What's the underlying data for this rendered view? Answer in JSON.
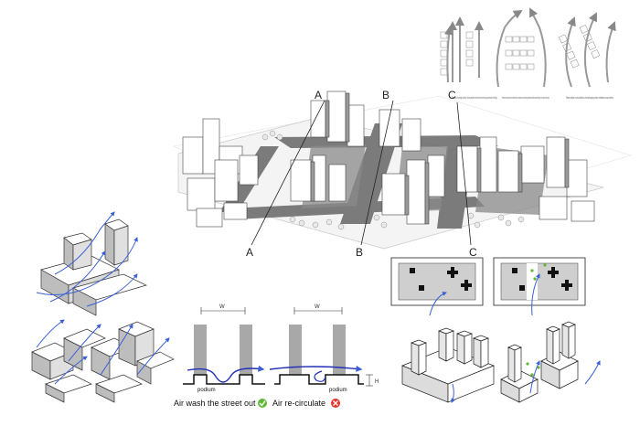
{
  "main_plan": {
    "section_labels_top": [
      "A",
      "B",
      "C"
    ],
    "section_labels_bottom": [
      "A",
      "B",
      "C"
    ]
  },
  "wind_diagrams": {
    "descriptions": [
      "Streets parallel to the prevailing wind direction. This allows penetration of wind flow into the heart of the city (along the facades of the buildings).",
      "Streets which are perpendicular to the wind direction; the principal air current could hardly penetrate and would flow above the buildings' roofs or away from the canyon.",
      "Street oblique to wind direction at small angle provide ventilation across streets."
    ]
  },
  "section_diagrams": {
    "left": {
      "width_label": "W",
      "podium_label": "podium",
      "caption": "Air wash the street out",
      "status": "good",
      "status_color": "#5fb936"
    },
    "right": {
      "width_label": "W",
      "podium_label": "podium",
      "height_label": "H",
      "caption": "Air re-circulate",
      "status": "bad",
      "status_color": "#e0342b"
    }
  },
  "colors": {
    "arrow": "#3b5fd6",
    "street": "#6e6e6e",
    "building_gray": "#a8a8a8",
    "plan_fill": "#cfcfcf"
  }
}
